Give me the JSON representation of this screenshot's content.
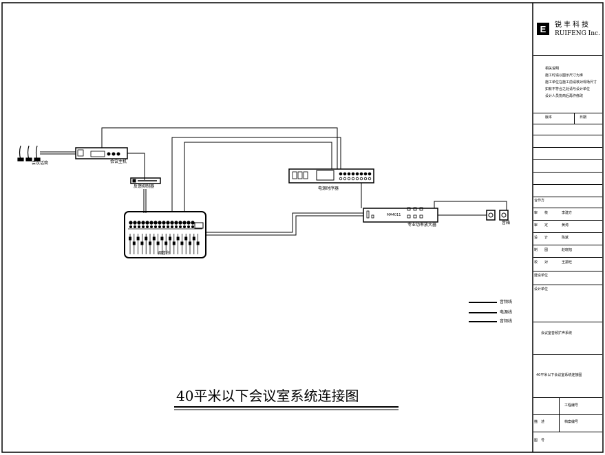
{
  "title": "40平米以下会议室系统连接图",
  "devices": {
    "microphones": "会议话筒",
    "host": "会议主机",
    "feedback_suppressor": "反馈抑制器",
    "power_sequencer": "电源时序器",
    "amplifier": "专业功率放大器",
    "amplifier_panel_label": "MA4011",
    "speakers": "音箱",
    "mixer": "调音台"
  },
  "legend": [
    {
      "label": "音频线"
    },
    {
      "label": "电源线"
    },
    {
      "label": "音频线"
    }
  ],
  "title_block": {
    "company_cn": "锐丰科技",
    "company_en": "RUIFENG Inc.",
    "logo_glyph": "E",
    "notes": [
      "相关说明",
      "施工时请以图示尺寸为准",
      "施工单位在施工前请核对现场尺寸",
      "如有不符合之处请与设计单位",
      "设计人员协商后再作修改"
    ],
    "rev_header": {
      "left": "版本",
      "right": "日期"
    },
    "roles": [
      {
        "role": "合作方",
        "name": ""
      },
      {
        "role": "审　　核",
        "name": "李建方"
      },
      {
        "role": "审　　定",
        "name": "黄涛"
      },
      {
        "role": "设　　计",
        "name": "陈斌"
      },
      {
        "role": "制　　图",
        "name": "赵晓旭"
      },
      {
        "role": "校　　对",
        "name": "王振旺"
      }
    ],
    "client_label": "建设单位",
    "design_unit_label": "设计单位",
    "design_unit_value_1": "",
    "design_unit_value_2": "",
    "project_name": "会议室音频扩声系统",
    "drawing_name": "40平米以下会议室系统连接图",
    "drawing_no_label": "工程编号",
    "desc_label": "描　述",
    "archive_label": "档案编号",
    "sheet_label": "图　号"
  }
}
